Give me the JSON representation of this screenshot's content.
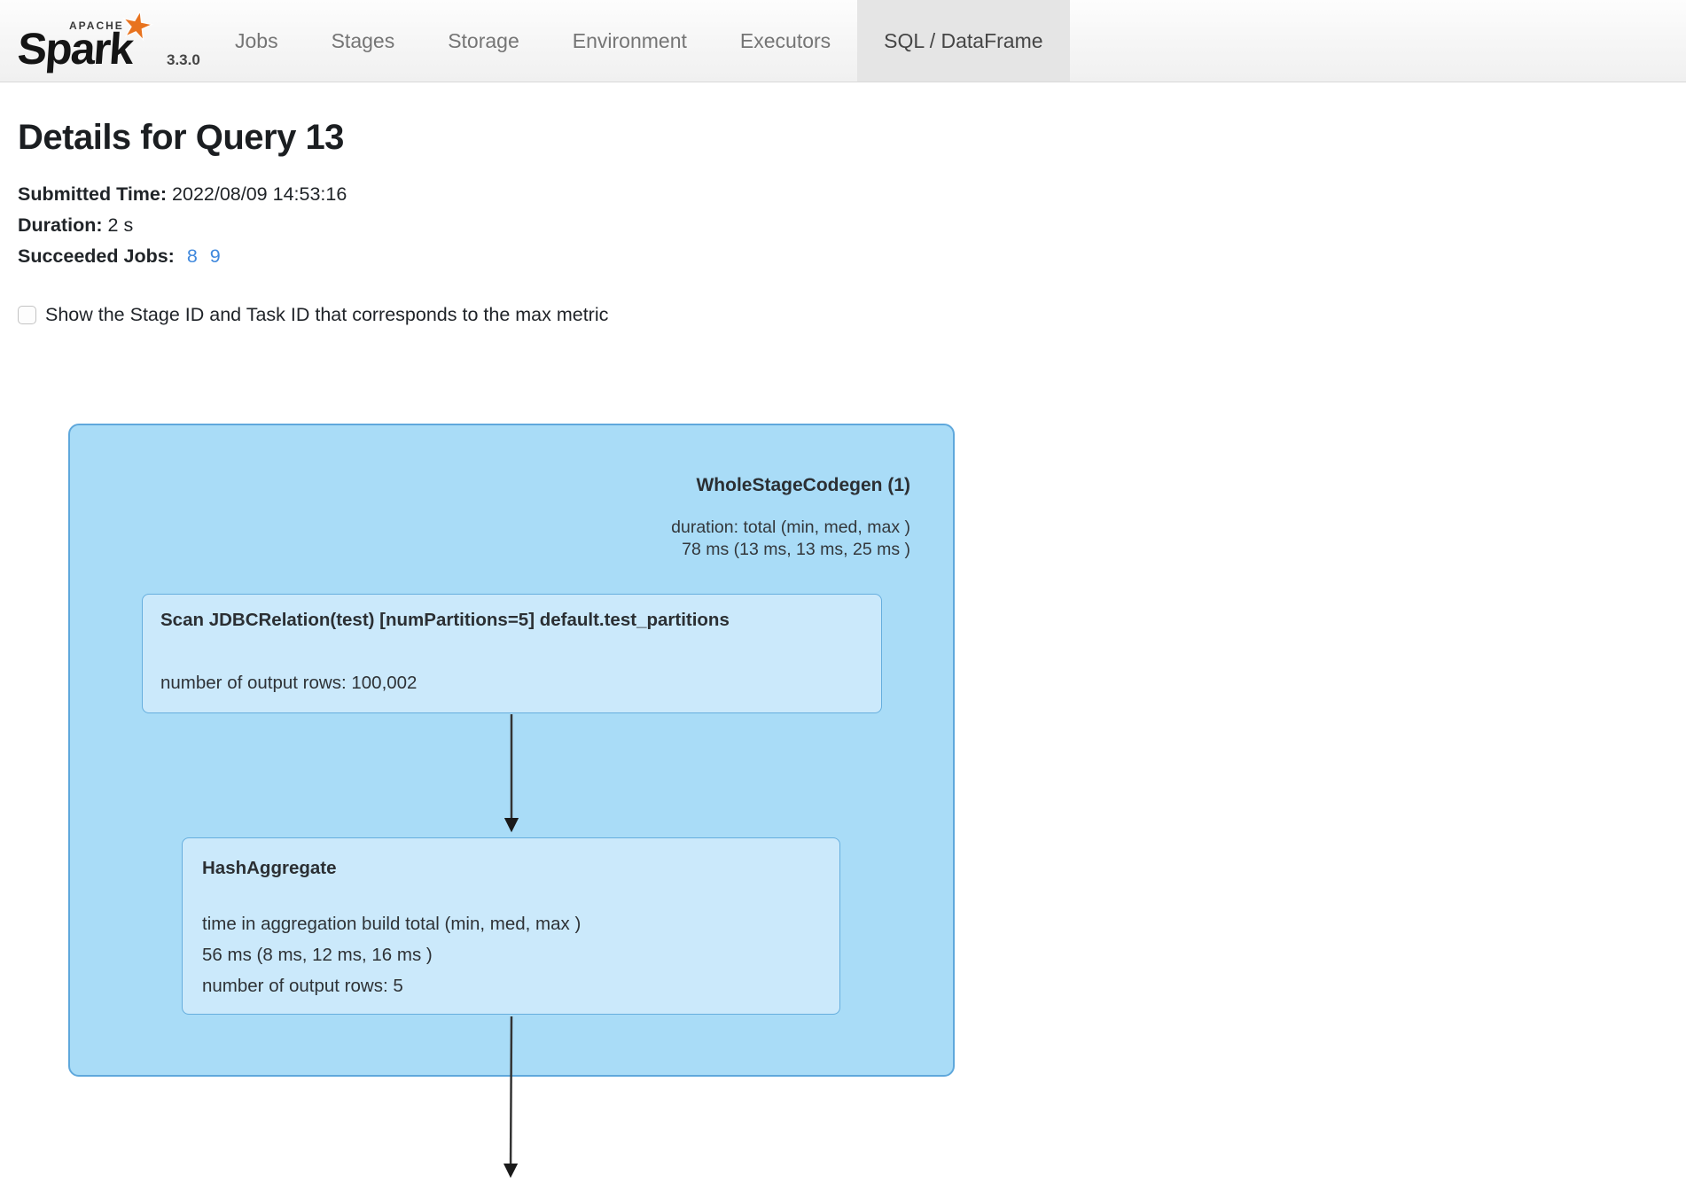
{
  "nav": {
    "brand": {
      "apache": "APACHE",
      "name": "Spark",
      "version": "3.3.0"
    },
    "items": [
      {
        "label": "Jobs",
        "active": false
      },
      {
        "label": "Stages",
        "active": false
      },
      {
        "label": "Storage",
        "active": false
      },
      {
        "label": "Environment",
        "active": false
      },
      {
        "label": "Executors",
        "active": false
      },
      {
        "label": "SQL / DataFrame",
        "active": true
      }
    ]
  },
  "page": {
    "title": "Details for Query 13"
  },
  "meta": {
    "submitted_label": "Submitted Time:",
    "submitted_value": "2022/08/09 14:53:16",
    "duration_label": "Duration:",
    "duration_value": "2 s",
    "jobs_label": "Succeeded Jobs:",
    "job_links": [
      "8",
      "9"
    ]
  },
  "options": {
    "checkbox_label": "Show the Stage ID and Task ID that corresponds to the max metric",
    "checked": false
  },
  "dag": {
    "cluster": {
      "name": "WholeStageCodegen (1)",
      "metrics": [
        "duration: total (min, med, max )",
        "78 ms (13 ms, 13 ms, 25 ms )"
      ]
    },
    "nodes": [
      {
        "name": "Scan JDBCRelation(test) [numPartitions=5] default.test_partitions",
        "metrics": [
          "number of output rows: 100,002"
        ]
      },
      {
        "name": "HashAggregate",
        "metrics": [
          "time in aggregation build total (min, med, max )",
          "56 ms (8 ms, 12 ms, 16 ms )",
          "number of output rows: 5"
        ]
      }
    ]
  },
  "colors": {
    "accent-link": "#4189dd",
    "navbar-border": "#d8d8d8",
    "navbar-active-bg": "#e5e5e5",
    "cluster-fill": "#a9dcf7",
    "cluster-border": "#5fa8dc",
    "node-fill": "#cbe9fb",
    "node-border": "#66aede",
    "arrow": "#2b2b2b",
    "spark-orange": "#e8731f"
  }
}
